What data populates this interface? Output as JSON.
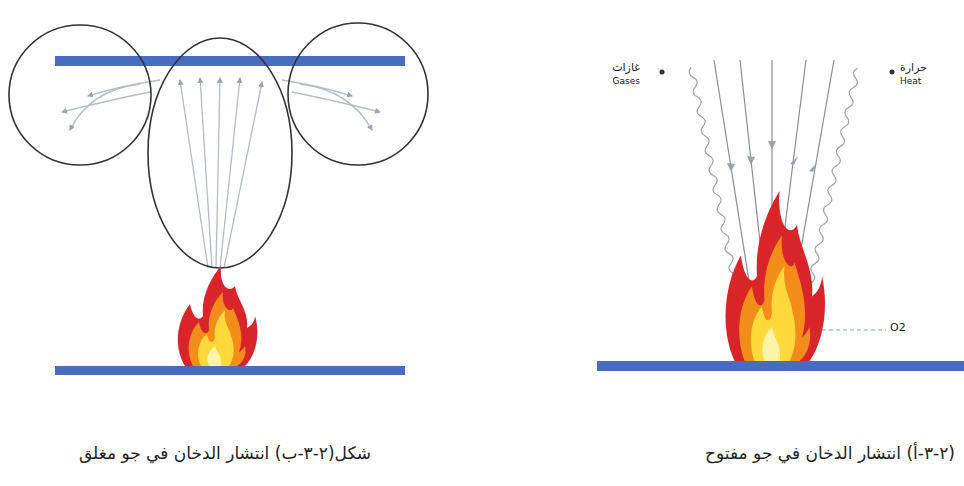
{
  "diagram": {
    "labels": [
      "غازات",
      "Gases",
      "حرارة",
      "Heat",
      "O2",
      "شكل(٢-٣-ب) انتشار الدخان في جو مغلق",
      "(٢-٣-أ) انتشار الدخان في جو مفتوح"
    ]
  }
}
